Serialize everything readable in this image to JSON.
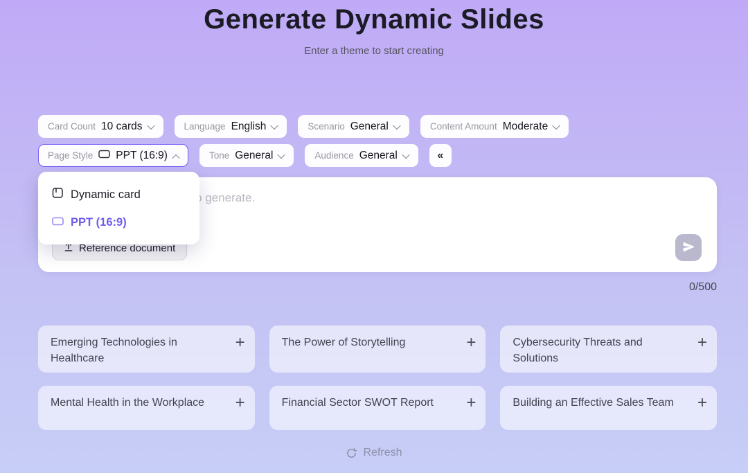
{
  "header": {
    "title": "Generate Dynamic Slides",
    "subtitle": "Enter a theme to start creating"
  },
  "filters": {
    "row1": [
      {
        "label": "Card Count",
        "value": "10 cards"
      },
      {
        "label": "Language",
        "value": "English"
      },
      {
        "label": "Scenario",
        "value": "General"
      },
      {
        "label": "Content Amount",
        "value": "Moderate"
      }
    ],
    "row2": [
      {
        "label": "Page Style",
        "value": "PPT (16:9)",
        "state": "expanded"
      },
      {
        "label": "Tone",
        "value": "General"
      },
      {
        "label": "Audience",
        "value": "General"
      }
    ],
    "collapse_label": "«"
  },
  "page_style_dropdown": {
    "items": [
      {
        "label": "Dynamic card",
        "selected": false
      },
      {
        "label": "PPT (16:9)",
        "selected": true
      }
    ]
  },
  "composer": {
    "placeholder": "Enter the theme you want to generate.",
    "reference_button_label": "Reference document",
    "char_count": "0/500"
  },
  "suggestions": [
    {
      "label": "Emerging Technologies in Healthcare"
    },
    {
      "label": "The Power of Storytelling"
    },
    {
      "label": "Cybersecurity Threats and Solutions"
    },
    {
      "label": "Mental Health in the Workplace"
    },
    {
      "label": "Financial Sector SWOT Report"
    },
    {
      "label": "Building an Effective Sales Team"
    }
  ],
  "refresh_label": "Refresh",
  "colors": {
    "accent": "#6e5bf0",
    "background_top": "#c0aaf7",
    "background_bottom": "#c7cef7",
    "send_button_bg": "#b9b8cd"
  }
}
